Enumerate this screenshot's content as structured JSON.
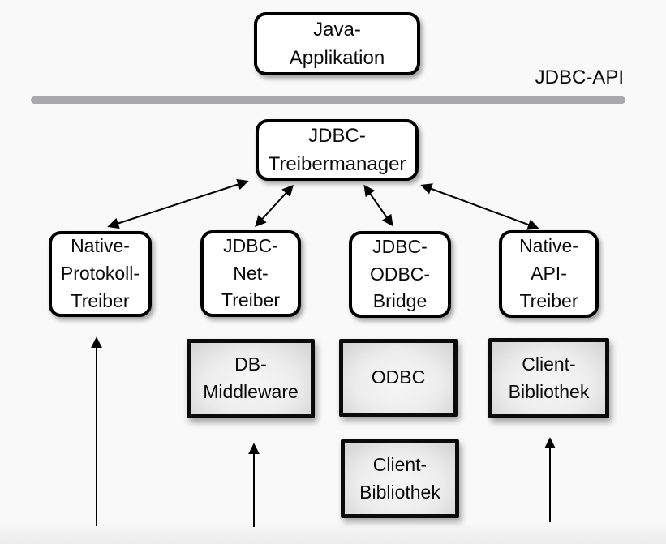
{
  "separator": {
    "label": "JDBC-API",
    "color": "#a9a9ad"
  },
  "nodes": {
    "java_app": {
      "label": "Java-\nApplikation"
    },
    "treibermanager": {
      "label": "JDBC-\nTreibermanager"
    },
    "native_protokoll": {
      "label": "Native-\nProtokoll-\nTreiber"
    },
    "jdbc_net": {
      "label": "JDBC-\nNet-\nTreiber"
    },
    "jdbc_odbc": {
      "label": "JDBC-\nODBC-\nBridge"
    },
    "native_api": {
      "label": "Native-\nAPI-\nTreiber"
    },
    "db_middleware": {
      "label": "DB-\nMiddleware"
    },
    "odbc": {
      "label": "ODBC"
    },
    "client_bibliothek_right": {
      "label": "Client-\nBibliothek"
    },
    "client_bibliothek_bottom": {
      "label": "Client-\nBibliothek"
    }
  },
  "edges": [
    {
      "from": "treibermanager",
      "to": "native_protokoll",
      "bidirectional": true
    },
    {
      "from": "treibermanager",
      "to": "jdbc_net",
      "bidirectional": true
    },
    {
      "from": "treibermanager",
      "to": "jdbc_odbc",
      "bidirectional": true
    },
    {
      "from": "treibermanager",
      "to": "native_api",
      "bidirectional": true
    },
    {
      "from": "below",
      "to": "native_protokoll",
      "bidirectional": false
    },
    {
      "from": "below",
      "to": "db_middleware",
      "bidirectional": false
    },
    {
      "from": "below",
      "to": "client_bibliothek_right",
      "bidirectional": false
    }
  ],
  "colors": {
    "border": "#000000",
    "white_node_fill": "#ffffff",
    "gray_node_center": "#f7f7f7",
    "gray_node_edge": "#d2d2d2",
    "arrow": "#000000",
    "background": "#f9f9f9"
  }
}
